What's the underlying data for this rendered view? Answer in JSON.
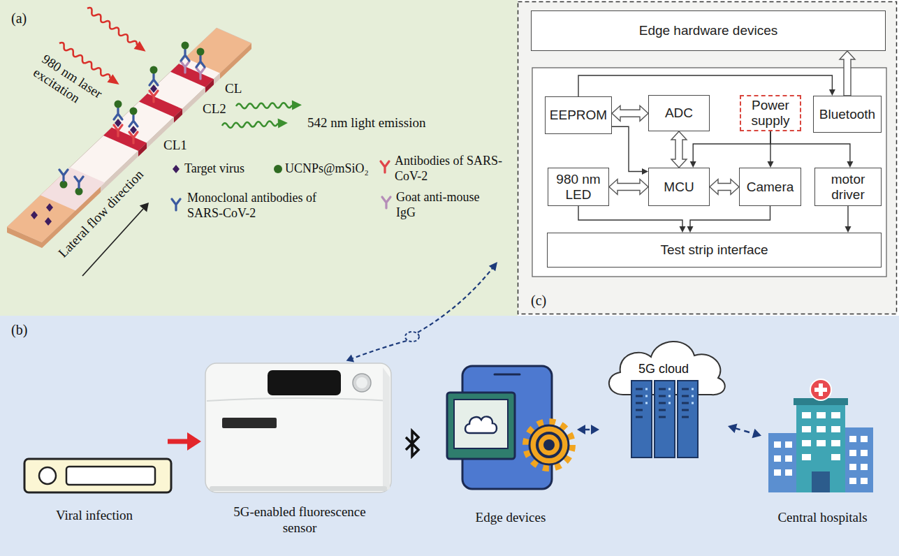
{
  "diagram": {
    "nodes": [
      {
        "text": [
          "Edge hardware devices"
        ]
      },
      {
        "text": [
          "EEPROM"
        ]
      },
      {
        "text": [
          "ADC"
        ]
      },
      {
        "text": [
          "Power supply"
        ]
      },
      {
        "text": [
          "Bluetooth"
        ]
      },
      {
        "text": [
          "980 nm LED"
        ]
      },
      {
        "text": [
          "MCU"
        ]
      },
      {
        "text": [
          "Camera"
        ]
      },
      {
        "text": [
          "motor driver"
        ]
      },
      {
        "text": [
          "Test strip interface"
        ]
      },
      {
        "text": [
          "Viral infection"
        ]
      },
      {
        "text": [
          "5G-enabled fluorescence sensor"
        ]
      },
      {
        "text": [
          "Edge devices"
        ]
      },
      {
        "text": [
          "5G cloud"
        ]
      },
      {
        "text": [
          "Central hospitals"
        ]
      }
    ],
    "edges": [
      {
        "from": 1,
        "to": 2,
        "arrow": "both"
      },
      {
        "from": 2,
        "to": 6,
        "arrow": "both"
      },
      {
        "from": 5,
        "to": 6,
        "arrow": "both"
      },
      {
        "from": 6,
        "to": 7,
        "arrow": "both"
      },
      {
        "from": 4,
        "to": 0,
        "arrow": "to"
      },
      {
        "from": 1,
        "to": 4,
        "arrow": "to"
      },
      {
        "from": 1,
        "to": 6,
        "arrow": "to"
      },
      {
        "from": 3,
        "to": 6,
        "arrow": "to"
      },
      {
        "from": 3,
        "to": 7,
        "arrow": "to"
      },
      {
        "from": 3,
        "to": 8,
        "arrow": "to"
      },
      {
        "from": 5,
        "to": 9,
        "arrow": "to"
      },
      {
        "from": 7,
        "to": 9,
        "arrow": "to"
      },
      {
        "from": 8,
        "to": 9,
        "arrow": "to"
      },
      {
        "from": 10,
        "to": 11,
        "arrow": "to"
      },
      {
        "from": 12,
        "to": 13,
        "arrow": "both"
      },
      {
        "from": 13,
        "to": 14,
        "arrow": "both"
      }
    ],
    "labels": [
      "(a)",
      "980 nm laser excitation",
      "CL",
      "CL2",
      "CL1",
      "542 nm light emission",
      "Lateral flow direction",
      "(c)",
      "(b)"
    ],
    "legend": [
      {
        "text": "Target virus"
      },
      {
        "text": "UCNPs@mSiO₂"
      },
      {
        "text": "Antibodies of SARS-CoV-2"
      },
      {
        "text": "Monoclonal antibodies of SARS-CoV-2"
      },
      {
        "text": "Goat anti-mouse IgG"
      }
    ]
  }
}
